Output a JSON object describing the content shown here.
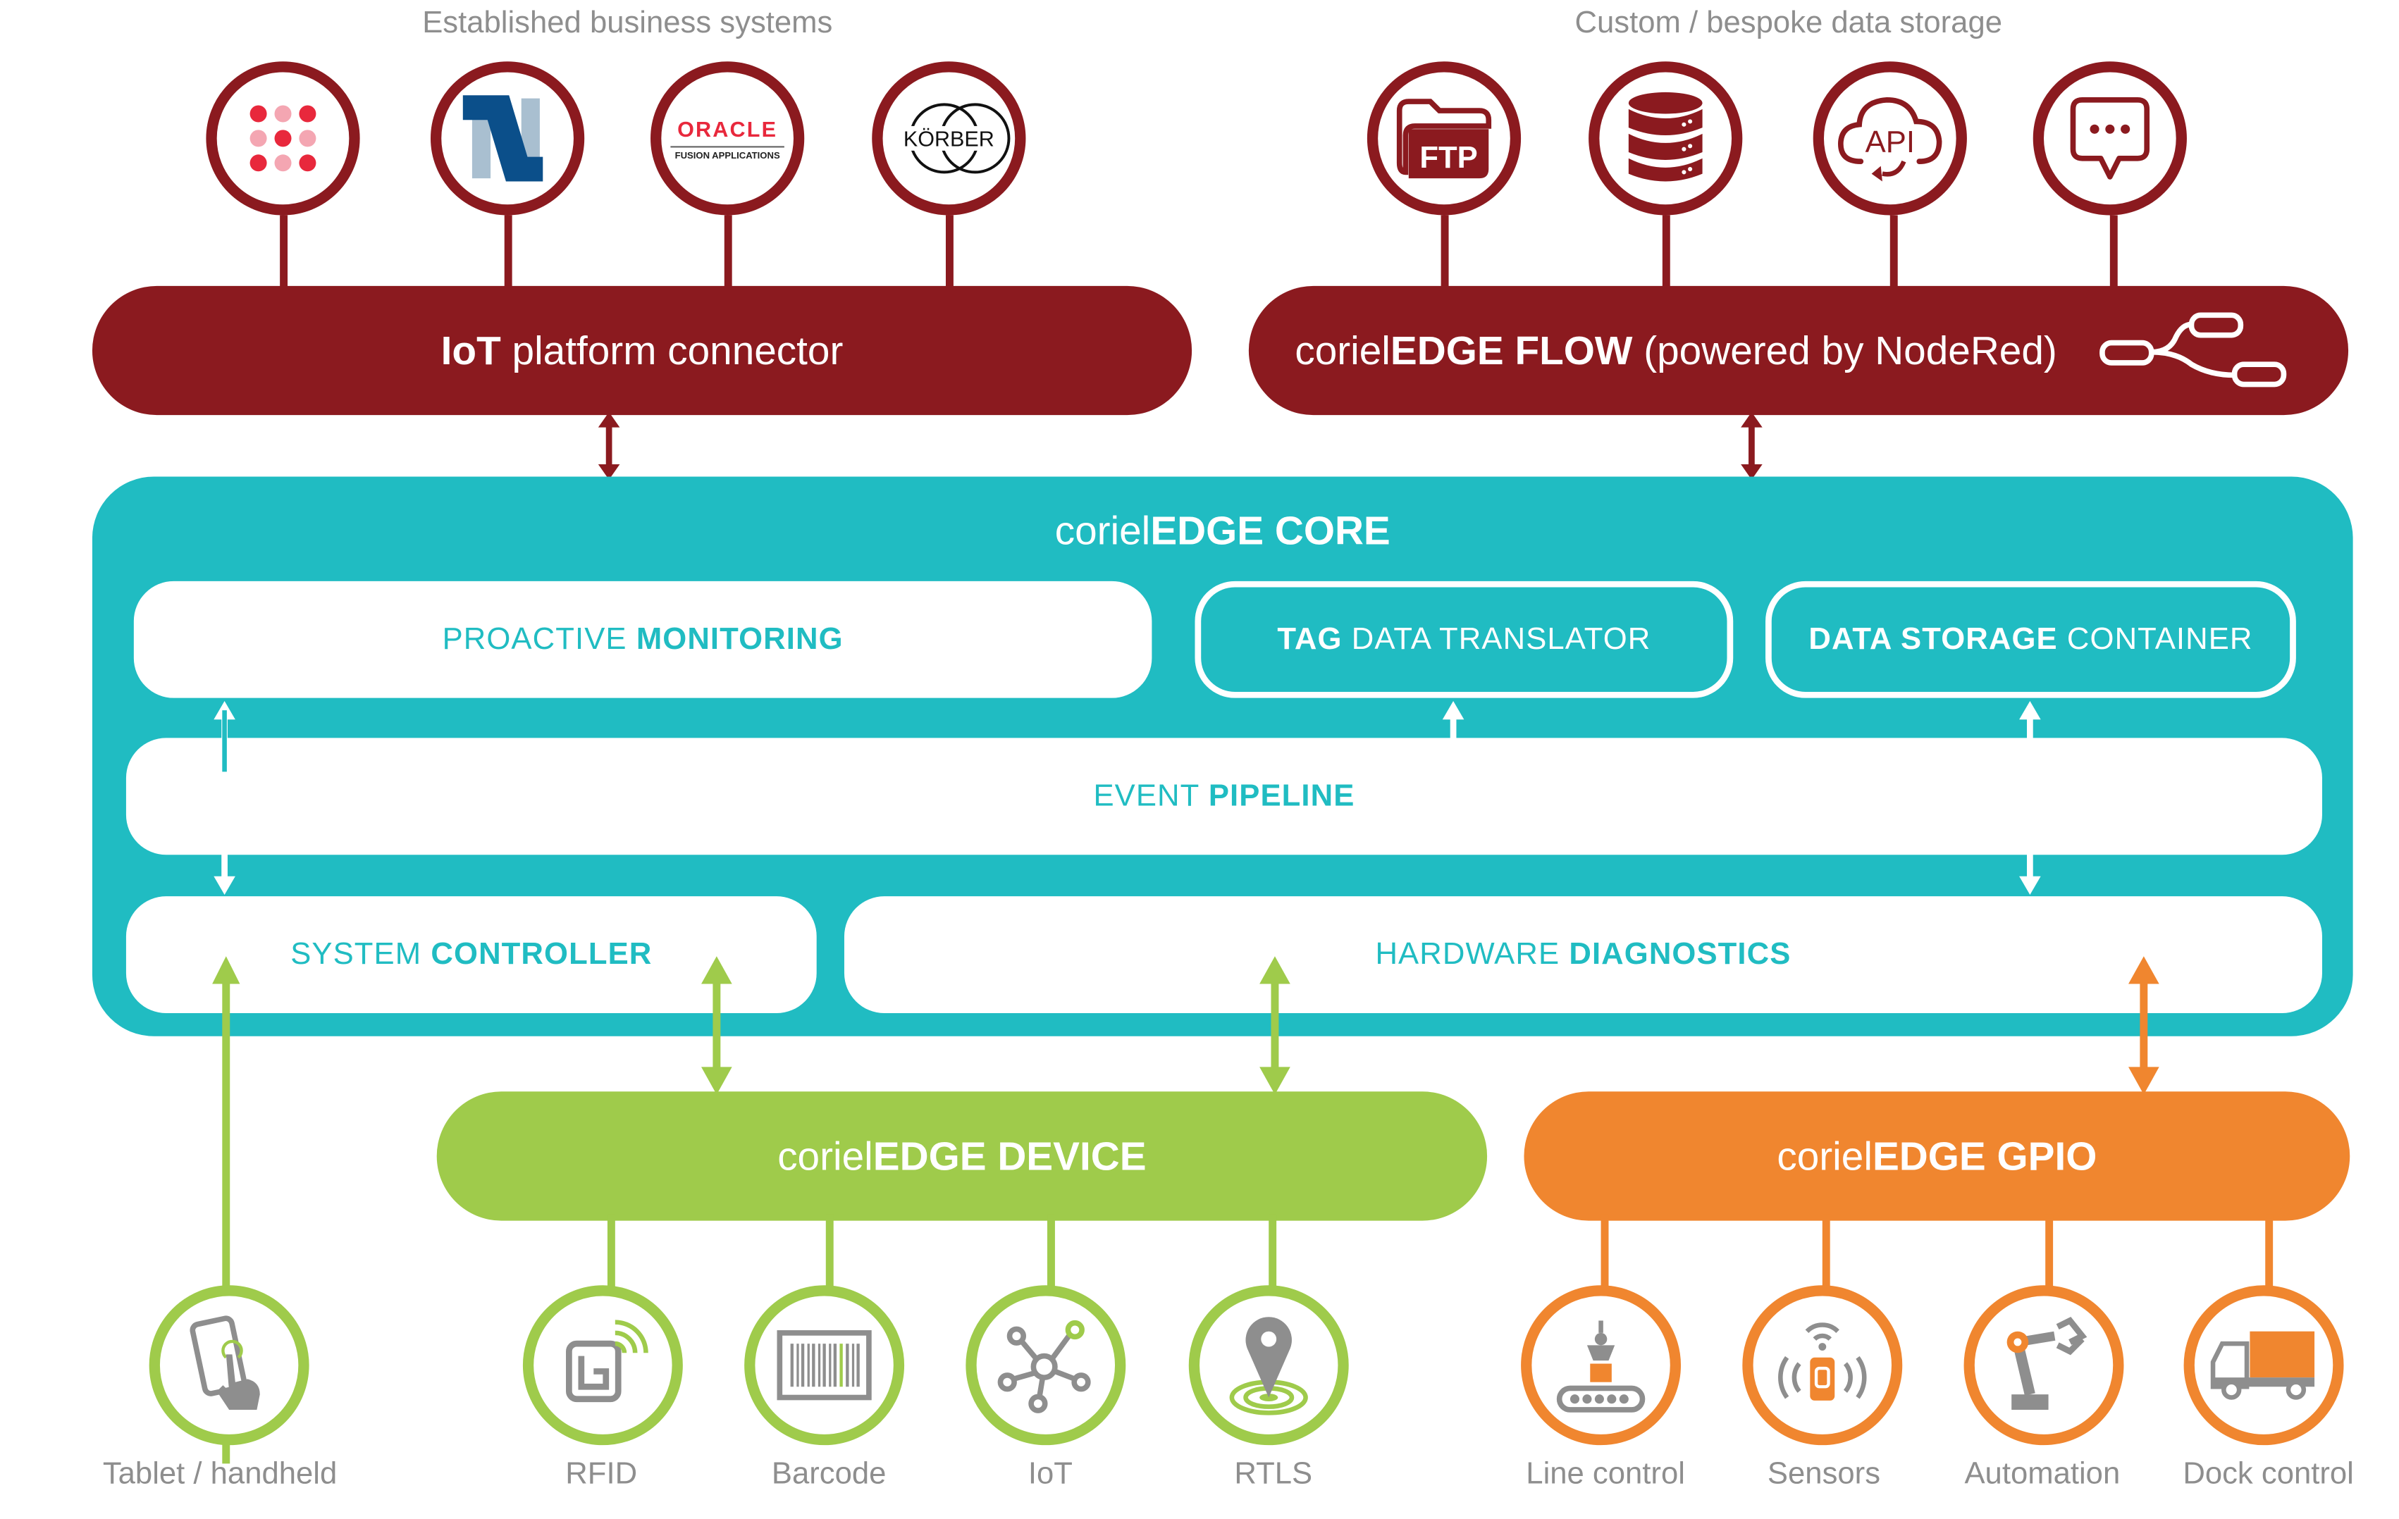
{
  "colors": {
    "business_red": "#8b1a1f",
    "core_teal": "#20bcc2",
    "device_green": "#9fcb4b",
    "gpio_orange": "#f0862f",
    "label_gray": "#8e8e8e"
  },
  "top_groups": {
    "established": {
      "title": "Established business systems",
      "items": [
        {
          "name": "dot-grid-logo"
        },
        {
          "name": "netsuite-logo"
        },
        {
          "name": "oracle-logo",
          "text": "ORACLE",
          "subtext": "FUSION APPLICATIONS"
        },
        {
          "name": "korber-logo",
          "text": "KÖRBER"
        }
      ]
    },
    "custom": {
      "title": "Custom / bespoke data storage",
      "items": [
        {
          "name": "ftp-folder-icon",
          "text": "FTP"
        },
        {
          "name": "database-icon"
        },
        {
          "name": "api-cloud-icon",
          "text": "API"
        },
        {
          "name": "chat-bubble-icon",
          "text": "..."
        }
      ]
    }
  },
  "connectors": {
    "iot": {
      "bold": "IoT",
      "rest": " platform connector"
    },
    "flow": {
      "prefix": "coriel",
      "bold": "EDGE FLOW",
      "rest": " (powered by NodeRed)"
    }
  },
  "core": {
    "title_prefix": "coriel",
    "title_bold": "EDGE CORE",
    "modules": {
      "monitoring": {
        "light": "PROACTIVE ",
        "bold": "MONITORING"
      },
      "tag_translator": {
        "bold": "TAG",
        "light": " DATA TRANSLATOR"
      },
      "data_storage": {
        "bold": "DATA STORAGE",
        "light": " CONTAINER"
      },
      "event_pipeline": {
        "light": "EVENT ",
        "bold": "PIPELINE"
      },
      "system_controller": {
        "light": "SYSTEM ",
        "bold": "CONTROLLER"
      },
      "hardware_diagnostics": {
        "light": "HARDWARE ",
        "bold": "DIAGNOSTICS"
      }
    }
  },
  "bottom": {
    "device": {
      "prefix": "coriel",
      "bold": "EDGE DEVICE"
    },
    "gpio": {
      "prefix": "coriel",
      "bold": "EDGE GPIO"
    },
    "endpoints": [
      {
        "label": "Tablet / handheld",
        "icon": "tablet-touch-icon"
      },
      {
        "label": "RFID",
        "icon": "rfid-icon"
      },
      {
        "label": "Barcode",
        "icon": "barcode-icon"
      },
      {
        "label": "IoT",
        "icon": "iot-network-icon"
      },
      {
        "label": "RTLS",
        "icon": "location-pin-icon"
      },
      {
        "label": "Line control",
        "icon": "conveyor-icon"
      },
      {
        "label": "Sensors",
        "icon": "sensor-icon"
      },
      {
        "label": "Automation",
        "icon": "robot-arm-icon"
      },
      {
        "label": "Dock control",
        "icon": "truck-icon"
      }
    ]
  }
}
